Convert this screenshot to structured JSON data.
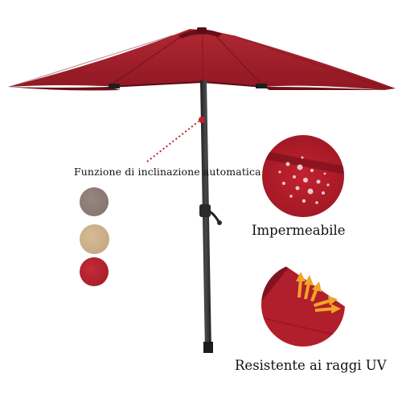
{
  "labels": {
    "tilt": "Funzione di inclinazione automatica",
    "waterproof": "Impermeabile",
    "uv": "Resistente ai raggi UV"
  },
  "colors": {
    "canopy": "#a4202c",
    "canopy_dark": "#7c1320",
    "pole": "#2c2c2e",
    "swatch_taupe": "#8c7c75",
    "swatch_beige": "#c9ae88",
    "swatch_red": "#b1222d",
    "arrow": "#f1a428"
  },
  "swatches": [
    "taupe",
    "beige",
    "red"
  ],
  "icons": [
    "water-droplets-icon",
    "uv-arrows-icon",
    "crank-handle-icon"
  ]
}
